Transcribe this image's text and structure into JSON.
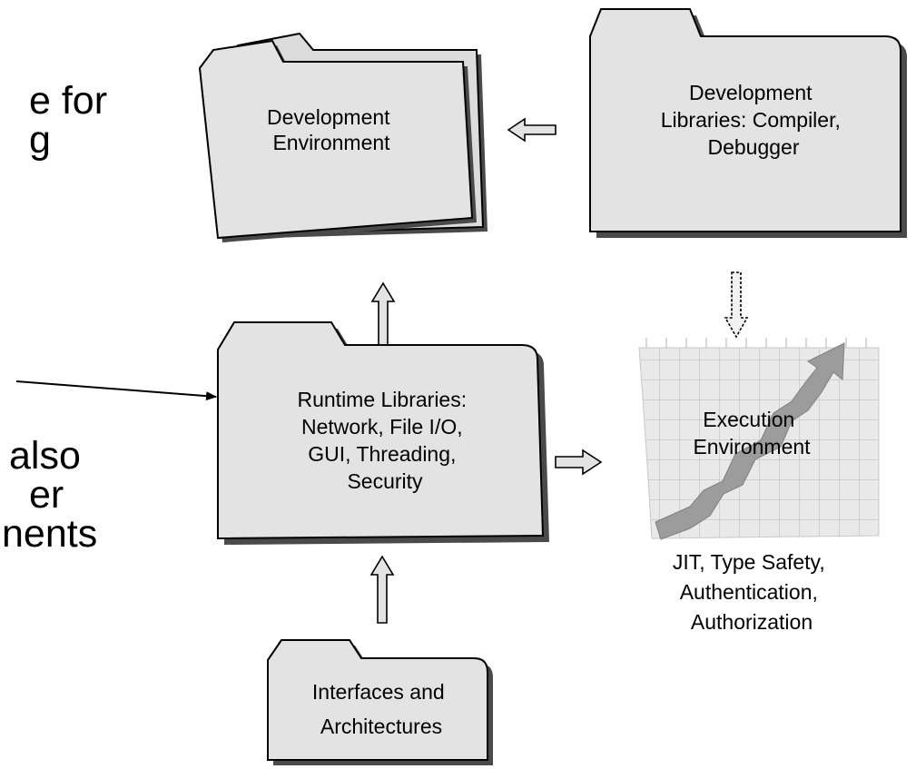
{
  "slide_text": {
    "top_line_1": "e for",
    "top_line_2": "g",
    "bottom_line_1": " also",
    "bottom_line_2": "er",
    "bottom_line_3": "nents"
  },
  "nodes": {
    "dev_env": [
      "Development",
      "Environment"
    ],
    "dev_libs": [
      "Development",
      "Libraries: Compiler,",
      "Debugger"
    ],
    "runtime_libs": [
      "Runtime Libraries:",
      "Network, File I/O,",
      "GUI, Threading,",
      "Security"
    ],
    "exec_env": [
      "Execution",
      "Environment"
    ],
    "exec_caption": [
      "JIT, Type Safety,",
      "Authentication,",
      "Authorization"
    ],
    "interfaces": [
      "Interfaces and",
      "Architectures"
    ]
  }
}
